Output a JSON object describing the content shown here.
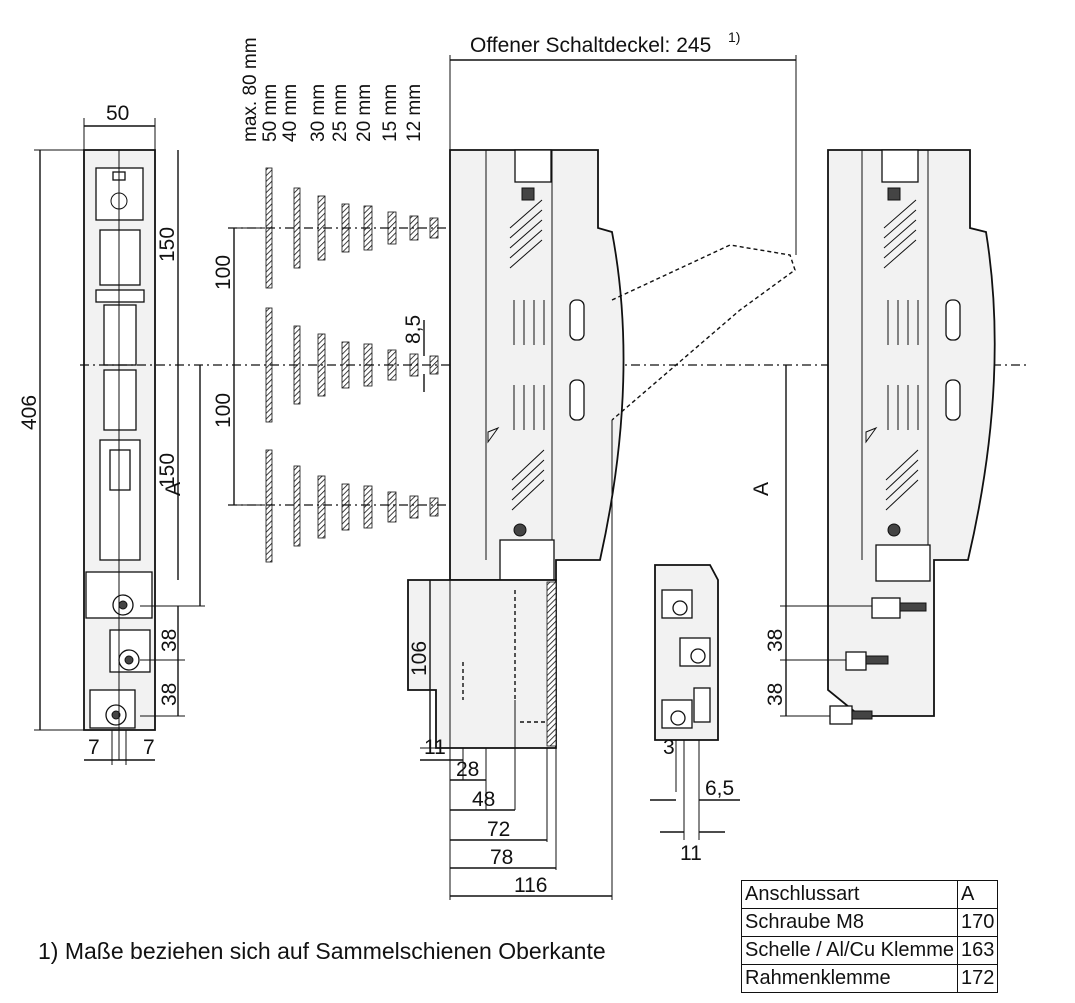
{
  "dimensions": {
    "open_cover": "Offener Schaltdeckel: 245",
    "open_cover_note": "1)",
    "busbar_widths": [
      "max. 80 mm",
      "50 mm",
      "40 mm",
      "30 mm",
      "25 mm",
      "20 mm",
      "15 mm",
      "12 mm"
    ],
    "front_view": {
      "width": "50",
      "height": "406",
      "upper": "150",
      "lower": "150",
      "a_label": "A",
      "terminal_spacing_1": "38",
      "terminal_spacing_2": "38",
      "bottom_left": "7",
      "bottom_right": "7"
    },
    "busbar_spacing_top": "100",
    "busbar_spacing_bottom": "100",
    "busbar_thickness": "8,5",
    "side_view": {
      "depth_106": "106",
      "d11": "11",
      "d28": "28",
      "d48": "48",
      "d72": "72",
      "d78": "78",
      "d116": "116"
    },
    "terminal_detail": {
      "d3": "3",
      "d6_5": "6,5",
      "d11": "11"
    },
    "right_view": {
      "a_label": "A",
      "spacing_1": "38",
      "spacing_2": "38"
    }
  },
  "table": {
    "header": {
      "type": "Anschlussart",
      "value": "A"
    },
    "rows": [
      {
        "type": "Schraube M8",
        "value": "170"
      },
      {
        "type": "Schelle / Al/Cu Klemme",
        "value": "163"
      },
      {
        "type": "Rahmenklemme",
        "value": "172"
      }
    ]
  },
  "footnote": "1) Maße beziehen sich auf Sammelschienen Oberkante"
}
